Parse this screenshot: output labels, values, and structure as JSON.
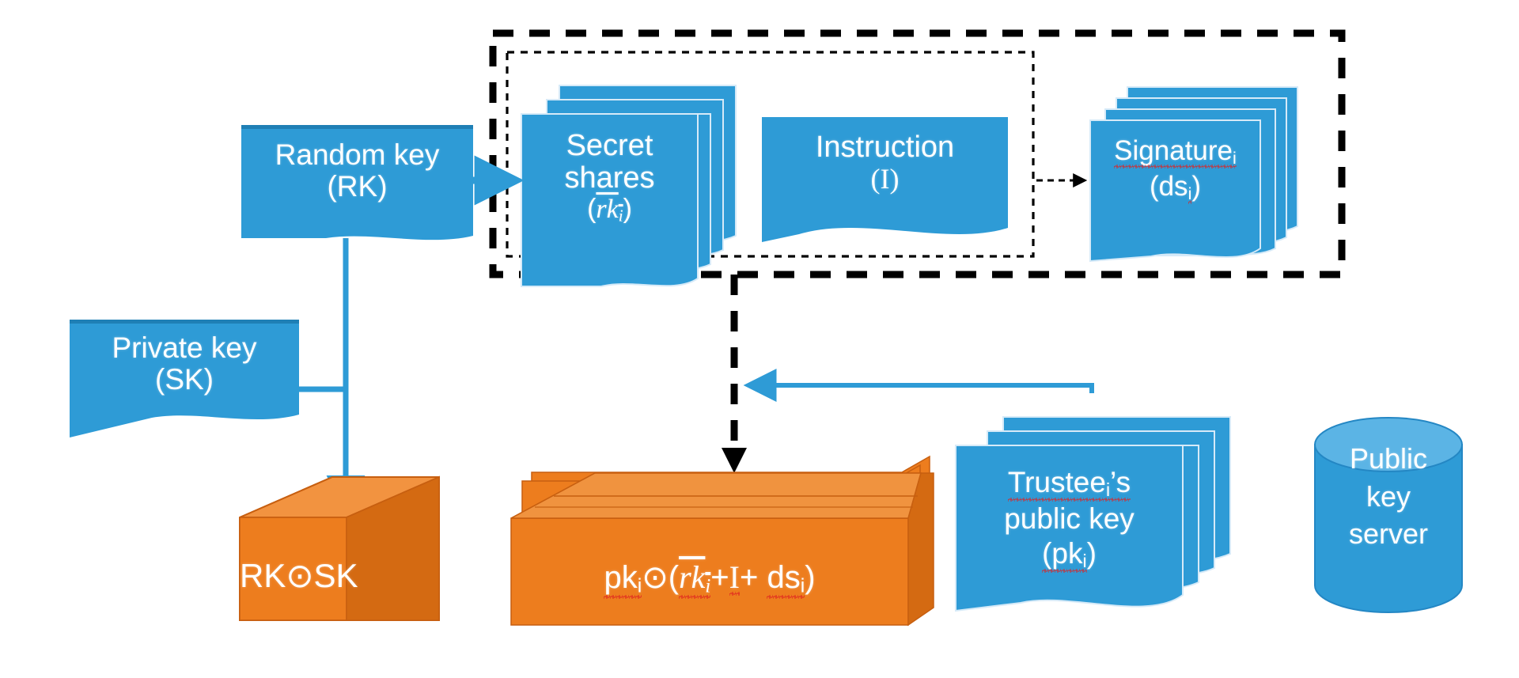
{
  "diagram": {
    "title": "Threshold key escrow scheme diagram",
    "colors": {
      "doc_blue": "#2E9BD6",
      "doc_blue_dark": "#1F7FB5",
      "cube_orange": "#ED7D1E",
      "cube_orange_top": "#F29340",
      "cube_orange_side": "#C75F10",
      "arrow_blue": "#2E9BD6",
      "dash_black": "#000000",
      "spell_red": "#E02020",
      "cylinder_blue": "#2E9BD6",
      "cylinder_top": "#5BB4E5",
      "text_white": "#FFFFFF"
    },
    "nodes": {
      "random_key": {
        "name": "random-key-doc",
        "line1": "Random key",
        "line2": "(RK)"
      },
      "secret_shares": {
        "name": "secret-shares-stack",
        "line1": "Secret",
        "line2": "shares",
        "line3_prefix": "(",
        "line3_math": "rk",
        "line3_sub": "i",
        "line3_suffix": ")"
      },
      "instruction": {
        "name": "instruction-doc",
        "line1": "Instruction",
        "line2": "(I)"
      },
      "signature": {
        "name": "signature-stack",
        "line1_text": "Signature",
        "line1_sub": "i",
        "line2_prefix": "(ds",
        "line2_sub": "i",
        "line2_suffix": ")"
      },
      "private_key": {
        "name": "private-key-doc",
        "line1": "Private key",
        "line2": "(SK)"
      },
      "rk_sk_cube": {
        "name": "rk-sk-cube",
        "label": "RK⊙SK"
      },
      "combined_cube": {
        "name": "combined-cube",
        "formula_parts": {
          "pk": "pk",
          "pk_sub": "i",
          "op": "⊙(",
          "rk": "rk",
          "rk_sub": "i",
          "plus1": "+",
          "I": "I",
          "plus2": "+ ",
          "ds": "ds",
          "ds_sub": "i",
          "close": ")"
        }
      },
      "trustee_key": {
        "name": "trustee-public-key-stack",
        "line1_text": "Trustee",
        "line1_sub": "i",
        "line1_suffix": "’s",
        "line2": "public key",
        "line3_prefix": "(pk",
        "line3_sub": "i",
        "line3_suffix": ")"
      },
      "public_key_server": {
        "name": "public-key-server-cylinder",
        "line1": "Public",
        "line2": "key",
        "line3": "server"
      }
    },
    "containers": {
      "outer": {
        "name": "outer-dashed-boundary",
        "style": "thick-black-dashed"
      },
      "inner": {
        "name": "inner-dashed-boundary",
        "style": "thin-black-dashed"
      }
    },
    "arrows": [
      {
        "name": "arrow-random-key-to-secret-shares",
        "style": "solid-blue",
        "from": "random_key",
        "to": "secret_shares"
      },
      {
        "name": "arrow-random-key-down-to-rk-sk-cube",
        "style": "solid-blue",
        "from": "random_key",
        "to": "rk_sk_cube"
      },
      {
        "name": "arrow-private-key-to-rk-sk-cube",
        "style": "solid-blue",
        "from": "private_key",
        "to": "rk_sk_cube"
      },
      {
        "name": "arrow-instruction-to-signature",
        "style": "thin-dashed-black",
        "from": "instruction",
        "to": "signature"
      },
      {
        "name": "arrow-container-down-to-combined-cube",
        "style": "thick-dashed-black",
        "from": "outer",
        "to": "combined_cube"
      },
      {
        "name": "arrow-trustee-key-to-container-line",
        "style": "solid-blue",
        "from": "trustee_key",
        "to": "arrow-container-down-to-combined-cube"
      }
    ]
  }
}
